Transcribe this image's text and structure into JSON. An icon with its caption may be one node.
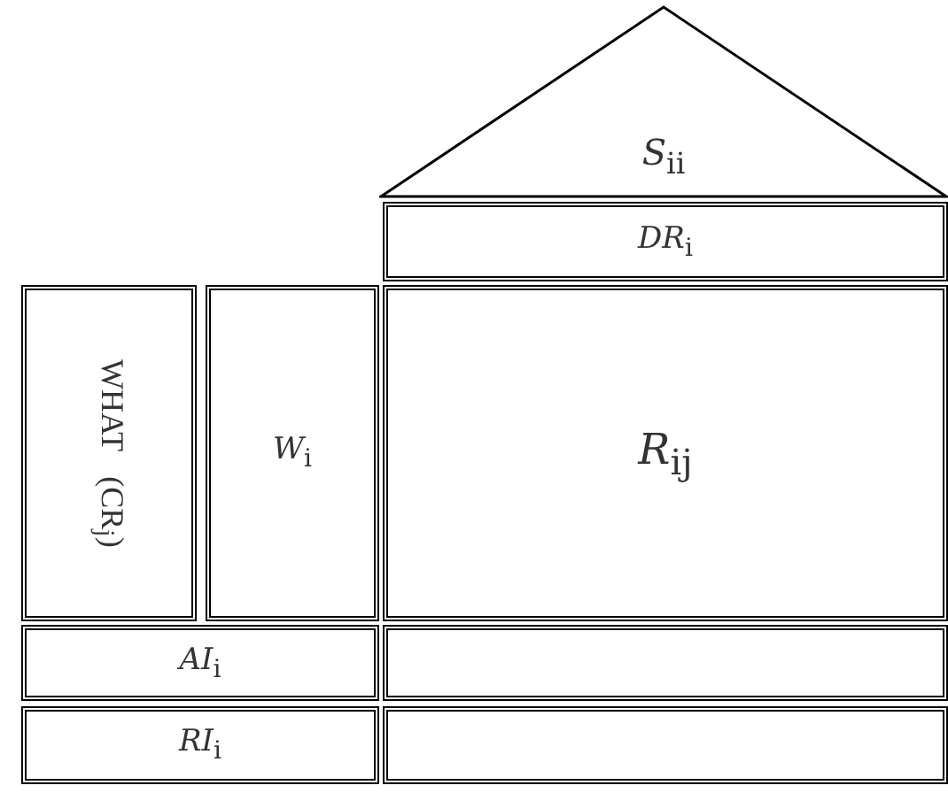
{
  "diagram": {
    "nodes": [
      {
        "text": [
          "*S*$_{ii}$"
        ]
      },
      {
        "text": [
          "*DR*$_{i}$"
        ]
      },
      {
        "text": [
          "WHAT (CR$_{j}$)"
        ]
      },
      {
        "text": [
          "*W*$_{i}$"
        ]
      },
      {
        "text": [
          "*R*$_{ij}$"
        ]
      },
      {
        "text": [
          "*AI*$_{i}$"
        ]
      },
      {
        "text": [],
        "shape": "box"
      },
      {
        "text": [
          "*RI*$_{i}$"
        ]
      },
      {
        "text": [],
        "shape": "box"
      }
    ],
    "edges": []
  }
}
